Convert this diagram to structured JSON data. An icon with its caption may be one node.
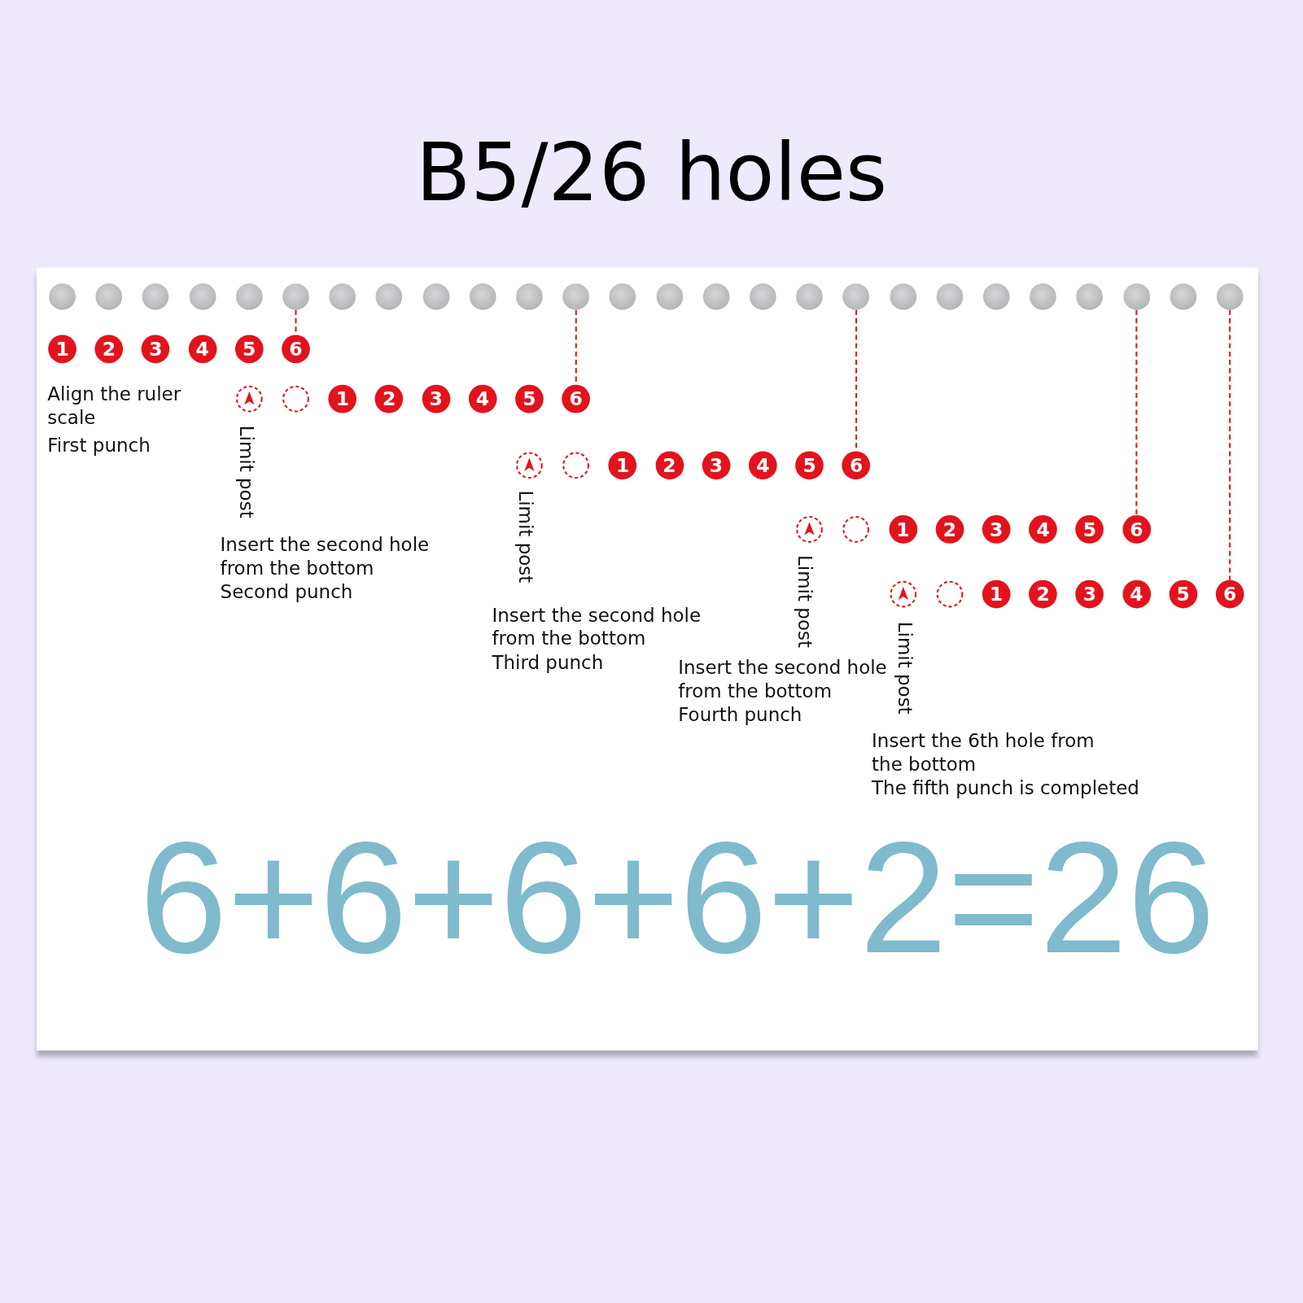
{
  "diagram": {
    "title": "B5/26 holes",
    "nodes": [
      {
        "text": [],
        "shape": "circle"
      },
      {
        "text": [],
        "shape": "circle"
      },
      {
        "text": [],
        "shape": "circle"
      },
      {
        "text": [],
        "shape": "circle"
      },
      {
        "text": [],
        "shape": "circle"
      },
      {
        "text": [],
        "shape": "circle"
      },
      {
        "text": [],
        "shape": "circle"
      },
      {
        "text": [],
        "shape": "circle"
      },
      {
        "text": [],
        "shape": "circle"
      },
      {
        "text": [],
        "shape": "circle"
      },
      {
        "text": [],
        "shape": "circle"
      },
      {
        "text": [],
        "shape": "circle"
      },
      {
        "text": [],
        "shape": "circle"
      },
      {
        "text": [],
        "shape": "circle"
      },
      {
        "text": [],
        "shape": "circle"
      },
      {
        "text": [],
        "shape": "circle"
      },
      {
        "text": [],
        "shape": "circle"
      },
      {
        "text": [],
        "shape": "circle"
      },
      {
        "text": [],
        "shape": "circle"
      },
      {
        "text": [],
        "shape": "circle"
      },
      {
        "text": [],
        "shape": "circle"
      },
      {
        "text": [],
        "shape": "circle"
      },
      {
        "text": [],
        "shape": "circle"
      },
      {
        "text": [],
        "shape": "circle"
      },
      {
        "text": [],
        "shape": "circle"
      },
      {
        "text": [],
        "shape": "circle"
      },
      {
        "text": [
          "1"
        ]
      },
      {
        "text": [
          "2"
        ]
      },
      {
        "text": [
          "3"
        ]
      },
      {
        "text": [
          "4"
        ]
      },
      {
        "text": [
          "5"
        ]
      },
      {
        "text": [
          "6"
        ]
      },
      {
        "text": [
          "1"
        ]
      },
      {
        "text": [
          "2"
        ]
      },
      {
        "text": [
          "3"
        ]
      },
      {
        "text": [
          "4"
        ]
      },
      {
        "text": [
          "5"
        ]
      },
      {
        "text": [
          "6"
        ]
      },
      {
        "text": [
          "1"
        ]
      },
      {
        "text": [
          "2"
        ]
      },
      {
        "text": [
          "3"
        ]
      },
      {
        "text": [
          "4"
        ]
      },
      {
        "text": [
          "5"
        ]
      },
      {
        "text": [
          "6"
        ]
      },
      {
        "text": [
          "1"
        ]
      },
      {
        "text": [
          "2"
        ]
      },
      {
        "text": [
          "3"
        ]
      },
      {
        "text": [
          "4"
        ]
      },
      {
        "text": [
          "5"
        ]
      },
      {
        "text": [
          "6"
        ]
      },
      {
        "text": [
          "1"
        ]
      },
      {
        "text": [
          "2"
        ]
      },
      {
        "text": [
          "3"
        ]
      },
      {
        "text": [
          "4"
        ]
      },
      {
        "text": [
          "5"
        ]
      },
      {
        "text": [
          "6"
        ]
      }
    ],
    "edges": [
      {
        "from": 5,
        "to": 31,
        "arrow": "none",
        "style": "dashed"
      },
      {
        "from": 11,
        "to": 37,
        "arrow": "none",
        "style": "dashed"
      },
      {
        "from": 17,
        "to": 43,
        "arrow": "none",
        "style": "dashed"
      },
      {
        "from": 23,
        "to": 49,
        "arrow": "none",
        "style": "dashed"
      },
      {
        "from": 25,
        "to": 55,
        "arrow": "none",
        "style": "dashed"
      }
    ],
    "labels": [
      "Align the ruler scale",
      "First punch",
      "Limit post",
      "Insert the second hole from the bottom",
      "Second punch",
      "Limit post",
      "Insert the second hole from the bottom",
      "Third punch",
      "Limit post",
      "Insert the second hole from the bottom",
      "Fourth punch",
      "Limit post",
      "Insert the 6th hole from the bottom",
      "The fifth punch is completed",
      "6+6+6+6+2=26"
    ]
  }
}
